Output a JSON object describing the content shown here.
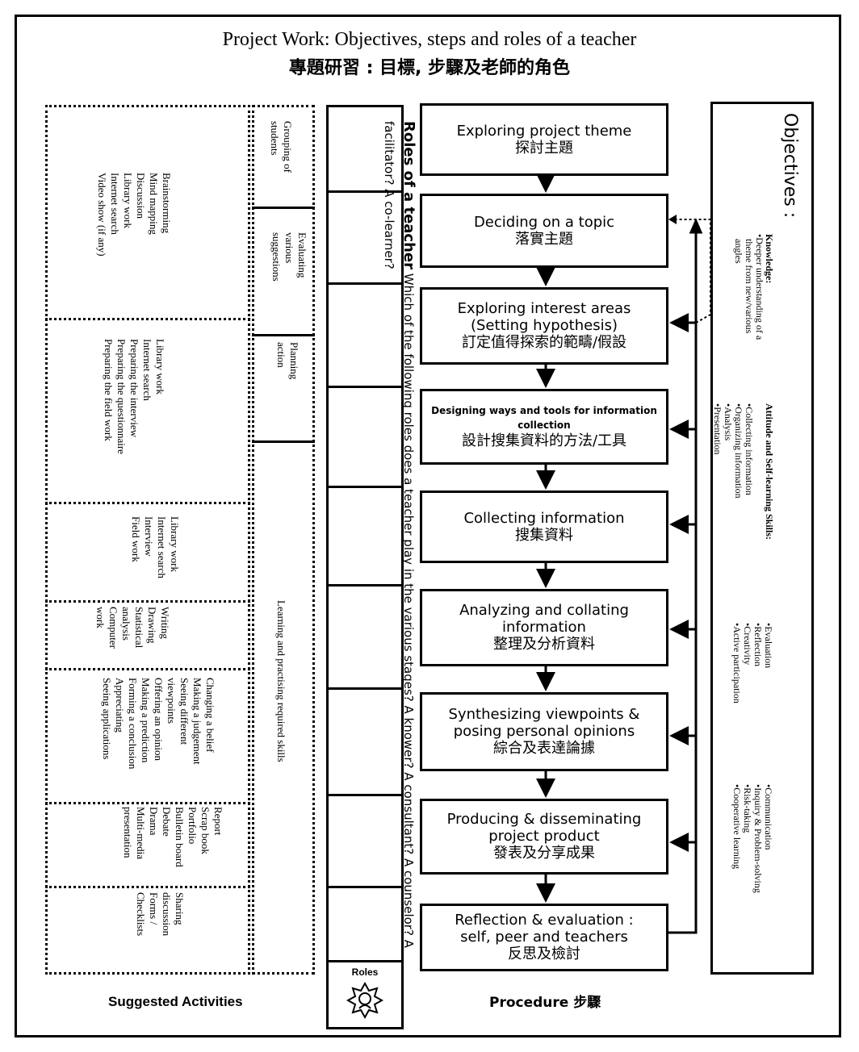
{
  "title_en": "Project Work: Objectives, steps and roles of a teacher",
  "title_zh": "專題研習 : 目標, 步驟及老師的角色",
  "steps": [
    {
      "en": "Exploring project theme",
      "zh": "探討主題"
    },
    {
      "en": "Deciding on a topic",
      "zh": "落實主題"
    },
    {
      "en": "Exploring interest areas\n(Setting hypothesis)",
      "zh": "訂定值得探索的範疇/假設"
    },
    {
      "en": "Designing ways and tools for information\ncollection",
      "zh": "設計搜集資料的方法/工具"
    },
    {
      "en": "Collecting information",
      "zh": "搜集資料"
    },
    {
      "en": "Analyzing and collating\ninformation",
      "zh": "整理及分析資料"
    },
    {
      "en": "Synthesizing viewpoints &\nposing personal opinions",
      "zh": "綜合及表達論據"
    },
    {
      "en": "Producing & disseminating\nproject product",
      "zh": "發表及分享成果"
    },
    {
      "en": "Reflection & evaluation :\nself, peer and teachers",
      "zh": "反思及檢討"
    }
  ],
  "roles": {
    "heading": "Roles of a teacher",
    "question": "Which of the following roles does a teacher play in the various stages? A knower? A consultant? A counselor? A facilitator? A co-learner?",
    "icon_label": "Roles"
  },
  "objectives": {
    "title": "Objectives :",
    "knowledge_heading": "Knowledge:",
    "knowledge": "•Deeper understanding of a\n  theme from new/various\n  angles",
    "skills_heading": "Attitude and Self-learning Skills:",
    "skills_col1": "•Collecting information\n•Organizing information\n•Analysis\n•Presentation",
    "skills_col2": "•Evaluation\n•Reflection\n•Creativity\n•Active participation",
    "skills_col3": "•Communication\n•Inquiry & Problem-solving\n•Risk-taking\n•Cooperative learning"
  },
  "stages": {
    "grouping": "Grouping of\nstudents",
    "evaluating": "Evaluating\nvarious\nsuggestions",
    "planning": "Planning\naction",
    "learning": "Learning and practising required skills"
  },
  "activities": [
    "Brainstorming\nMind mapping\nDiscussion\nLibrary work\nInternet search\nVideo show (if any)",
    "Library work\nInternet search\nPreparing the interview\nPreparing the questionnaire\nPreparing the field work",
    "Library work\nInternet search\nInterview\nField work",
    "Writing\nDrawing\nStatistical\nanalysis\nComputer\nwork",
    "Changing a belief\nMaking a judgement\nSeeing different\nviewpoints\nOffering an opinion\nMaking a prediction\nForming a conclusion\nAppreciating\nSeeing applications",
    "Report\nScrap book\nPortfolio\nBulletin board\nDebate\nDrama\nMulti-media\npresentation",
    "Sharing\ndiscussion\nForms /\nChecklists"
  ],
  "footer": {
    "activities": "Suggested Activities",
    "procedure": "Procedure 步驟"
  }
}
